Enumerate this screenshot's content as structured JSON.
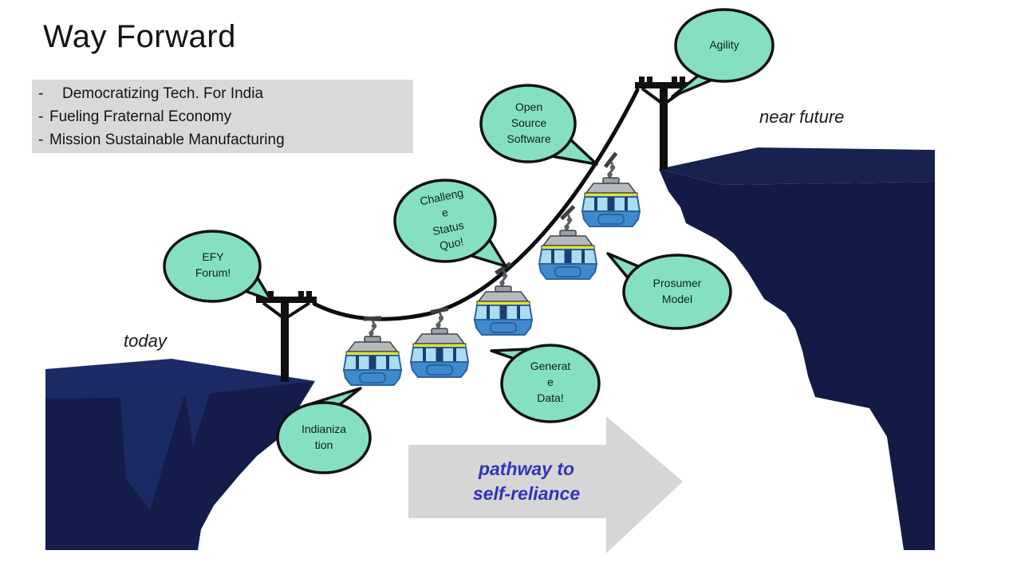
{
  "slide": {
    "title": "Way Forward",
    "bullet_marker": "-",
    "bullets": [
      "Democratizing Tech. For India",
      "Fueling Fraternal Economy",
      "Mission Sustainable Manufacturing"
    ],
    "labels": {
      "today": "today",
      "near_future": "near future"
    },
    "arrow_text": "pathway to\nself-reliance",
    "bubbles": [
      {
        "id": "efy-forum",
        "text": "EFY\nForum!"
      },
      {
        "id": "indianization",
        "text": "Indianiza\ntion"
      },
      {
        "id": "challenge-status-quo",
        "text": "Challeng\ne\nStatus\nQuo!"
      },
      {
        "id": "generate-data",
        "text": "Generat\ne\nData!"
      },
      {
        "id": "open-source-software",
        "text": "Open\nSource\nSoftware"
      },
      {
        "id": "prosumer-model",
        "text": "Prosumer\nModel"
      },
      {
        "id": "agility",
        "text": "Agility"
      }
    ],
    "colors": {
      "bubble_fill": "#85e0c3",
      "bubble_outline": "#111111",
      "cliff_top_left": "#1c2b66",
      "cliff_face_left": "#141c4c",
      "cliff_top_right": "#17224f",
      "cliff_face_right": "#131a45",
      "cable": "#0d0d0d",
      "car_body": "#3f8acb",
      "car_window": "#aadcf2",
      "car_stripe": "#dde23a",
      "car_roof": "#b4bac0",
      "panel_bg": "#d9d9d9",
      "arrow_fill": "#d6d6d6",
      "arrow_text_color": "#3333bb"
    }
  }
}
